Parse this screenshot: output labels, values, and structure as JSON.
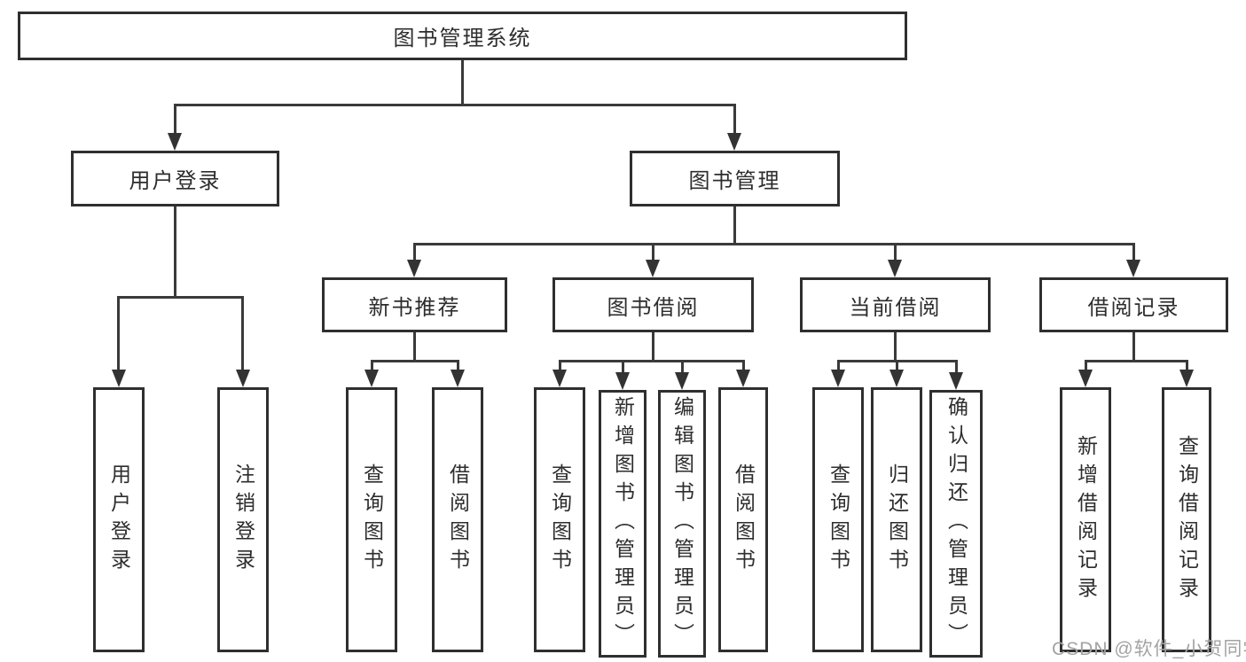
{
  "tree": {
    "root": "图书管理系统",
    "children": [
      {
        "label": "用户登录",
        "children": [
          "用户登录",
          "注销登录"
        ]
      },
      {
        "label": "图书管理",
        "children": [
          {
            "label": "新书推荐",
            "children": [
              "查询图书",
              "借阅图书"
            ]
          },
          {
            "label": "图书借阅",
            "children": [
              "查询图书",
              "新增图书（管理员）",
              "编辑图书（管理员）",
              "借阅图书"
            ]
          },
          {
            "label": "当前借阅",
            "children": [
              "查询图书",
              "归还图书",
              "确认归还（管理员）"
            ]
          },
          {
            "label": "借阅记录",
            "children": [
              "新增借阅记录",
              "查询借阅记录"
            ]
          }
        ]
      }
    ]
  },
  "watermark": {
    "text": "CSDN @软件_小贺同学"
  },
  "colors": {
    "background": "#ffffff",
    "box_border": "#2f2f2f",
    "connector": "#3a3a3a",
    "text": "#2d2d2d",
    "watermark": "#a3a3a3"
  }
}
